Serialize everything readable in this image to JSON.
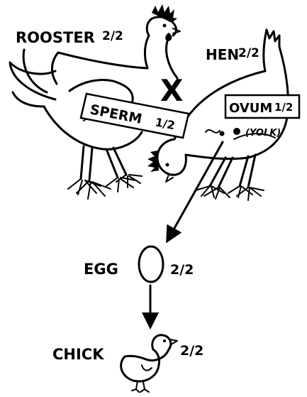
{
  "colors": {
    "ink": "#000000",
    "paper": "#ffffff"
  },
  "labels": {
    "rooster": "ROOSTER",
    "rooster_fraction": "2/2",
    "hen": "HEN",
    "hen_fraction": "2/2",
    "cross": "X",
    "sperm": "SPERM",
    "sperm_fraction": "1/2",
    "ovum": "OVUM",
    "ovum_fraction": "1/2",
    "yolk": "(YOLK)",
    "egg": "EGG",
    "egg_fraction": "2/2",
    "chick": "CHICK",
    "chick_fraction": "2/2"
  },
  "icons": {
    "rooster": "rooster-icon",
    "hen": "hen-icon",
    "sperm": "sperm-icon",
    "ovum": "ovum-icon",
    "egg": "egg-icon",
    "chick": "chick-icon",
    "arrows": "arrow-icon"
  }
}
